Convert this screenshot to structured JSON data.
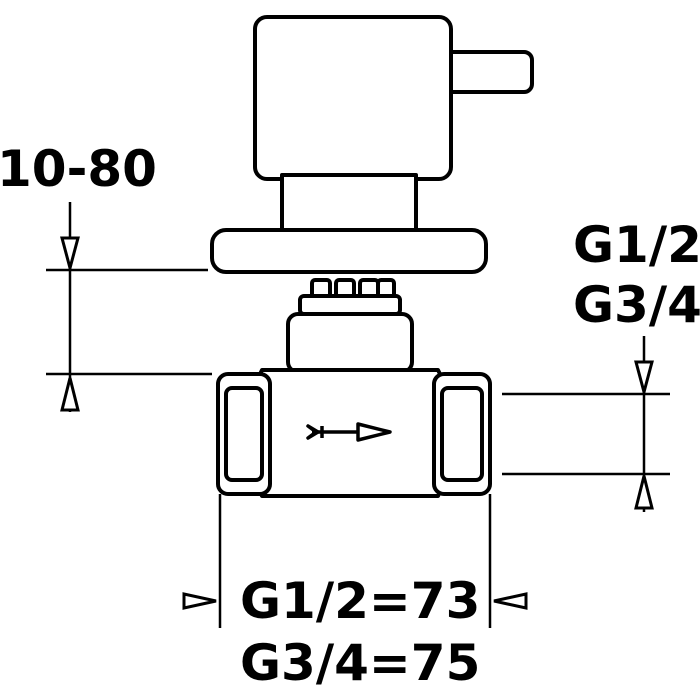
{
  "labels": {
    "depth_range": "10-80",
    "thread_small": "G1/2",
    "thread_large": "G3/4",
    "length_small": "G1/2=73",
    "length_large": "G3/4=75"
  },
  "colors": {
    "line": "#000000",
    "background": "#ffffff"
  }
}
